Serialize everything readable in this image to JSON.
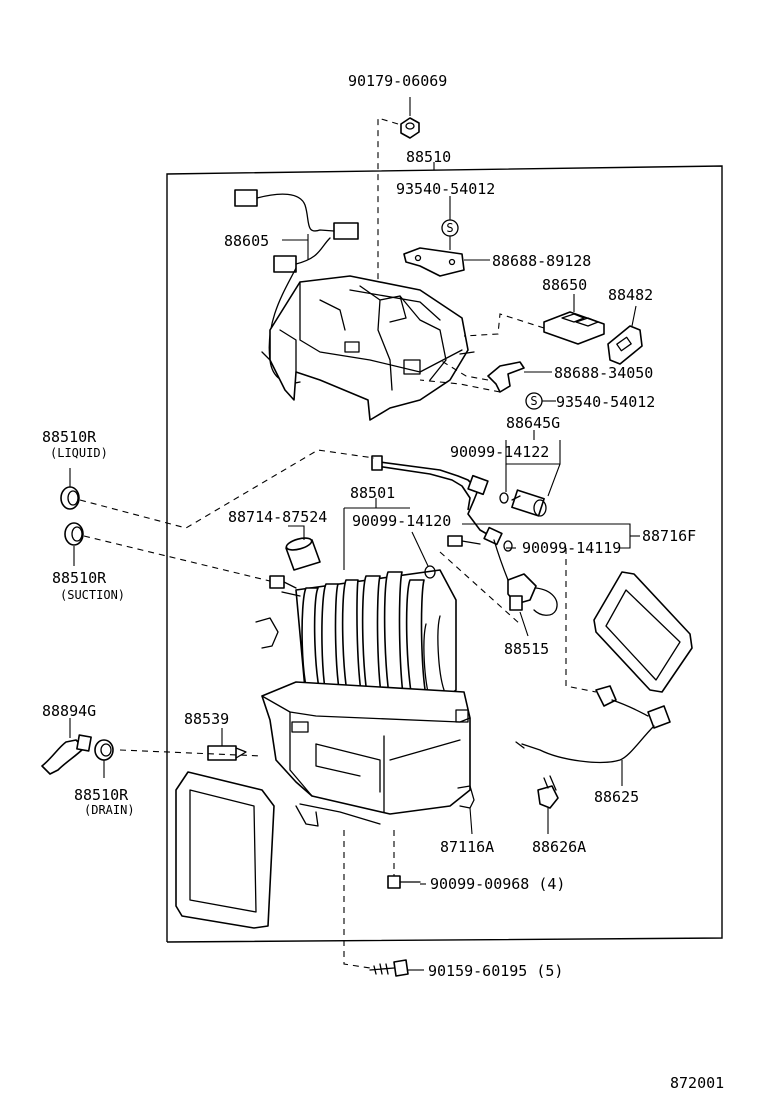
{
  "diagram_id": "872001",
  "parts": {
    "p90179_06069": "90179-06069",
    "p88510": "88510",
    "p93540_54012_top": "93540-54012",
    "p88605": "88605",
    "p88688_89128": "88688-89128",
    "p88650": "88650",
    "p88482": "88482",
    "p88688_34050": "88688-34050",
    "p93540_54012_bot": "93540-54012",
    "p88645G": "88645G",
    "p90099_14122": "90099-14122",
    "p88510R_liquid": "88510R",
    "liquid_note": "(LIQUID)",
    "p88501": "88501",
    "p88714_87524": "88714-87524",
    "p90099_14120": "90099-14120",
    "p88716F": "88716F",
    "p90099_14119": "90099-14119",
    "p88510R_suction": "88510R",
    "suction_note": "(SUCTION)",
    "p88515": "88515",
    "p88894G": "88894G",
    "p88539": "88539",
    "p88510R_drain": "88510R",
    "drain_note": "(DRAIN)",
    "p88625": "88625",
    "p87116A": "87116A",
    "p88626A": "88626A",
    "p90099_00968": "90099-00968 (4)",
    "p90159_60195": "90159-60195 (5)",
    "s_symbol": "S"
  }
}
